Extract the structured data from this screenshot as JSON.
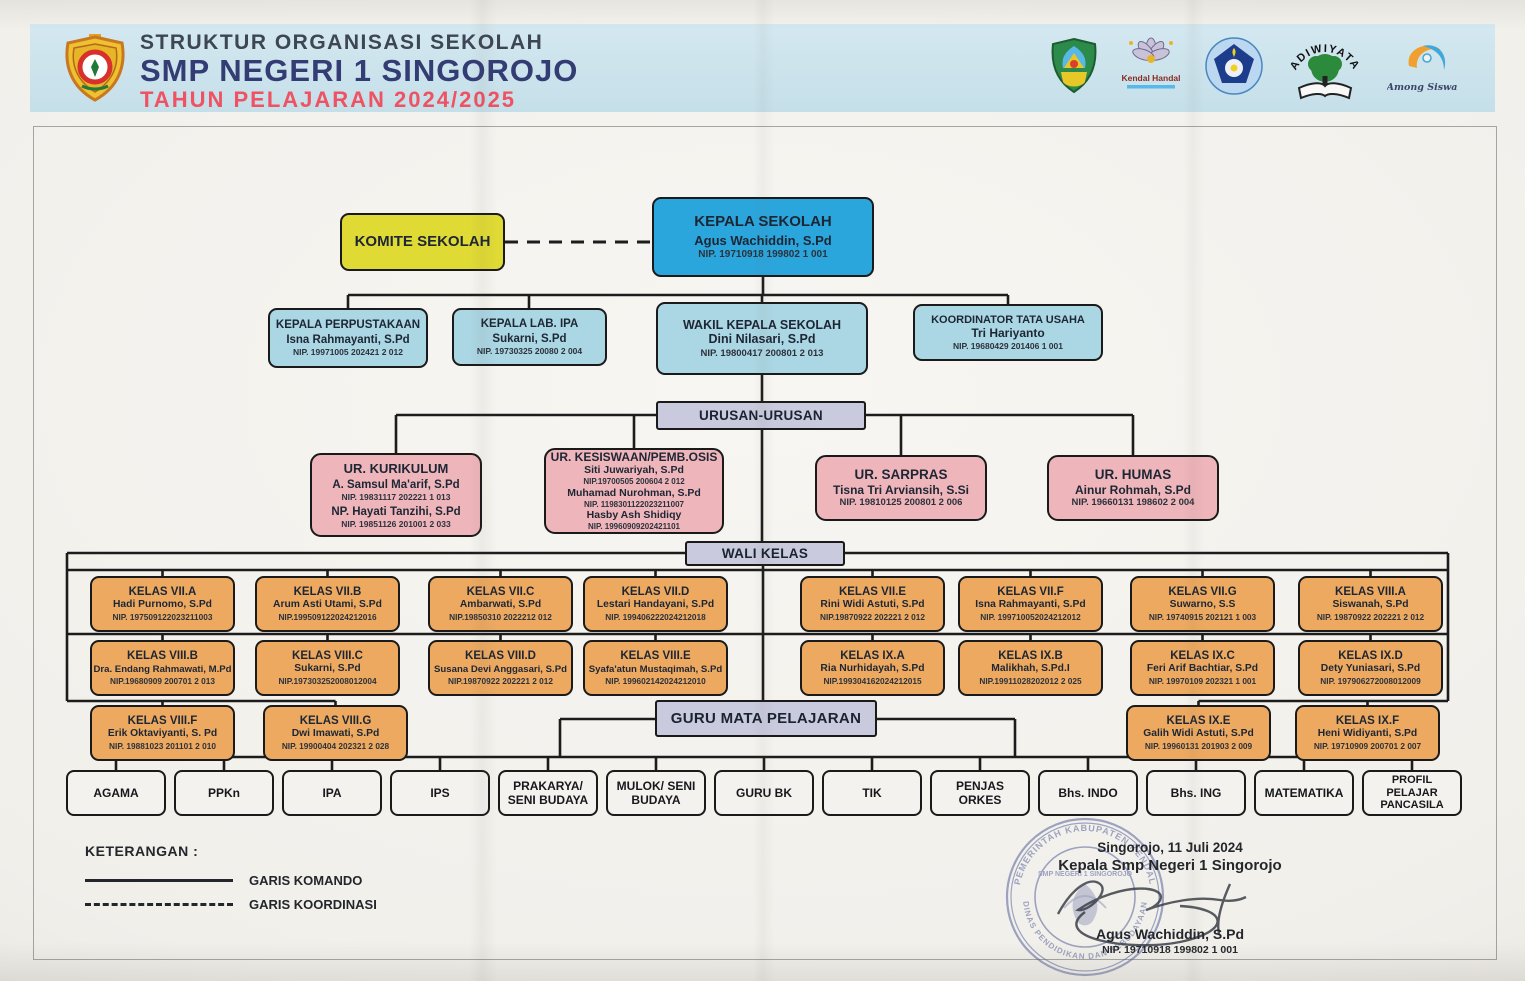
{
  "header": {
    "title_line1": "STRUKTUR ORGANISASI SEKOLAH",
    "title_line2": "SMP NEGERI 1 SINGOROJO",
    "title_line3": "TAHUN PELAJARAN 2024/2025",
    "logo_labels": {
      "kendal_handal": "Kendal Handal",
      "adiwiyata": "ADIWIYATA",
      "among_siswa": "Among Siswa"
    }
  },
  "org": {
    "komite": {
      "title": "KOMITE SEKOLAH"
    },
    "kepala": {
      "title": "KEPALA SEKOLAH",
      "name": "Agus Wachiddin, S.Pd",
      "nip": "NIP. 19710918 199802 1 001"
    },
    "perpustakaan": {
      "title": "KEPALA PERPUSTAKAAN",
      "name": "Isna Rahmayanti, S.Pd",
      "nip": "NIP. 19971005 202421 2 012"
    },
    "lab_ipa": {
      "title": "KEPALA  LAB.  IPA",
      "name": "Sukarni, S.Pd",
      "nip": "NIP. 19730325 20080 2 004"
    },
    "wakil": {
      "title": "WAKIL KEPALA SEKOLAH",
      "name": "Dini Nilasari, S.Pd",
      "nip": "NIP. 19800417 200801 2 013"
    },
    "tata_usaha": {
      "title": "KOORDINATOR TATA USAHA",
      "name": "Tri Hariyanto",
      "nip": "NIP. 19680429 201406 1 001"
    },
    "urusan": {
      "title": "URUSAN-URUSAN"
    },
    "kurikulum": {
      "title": "UR. KURIKULUM",
      "name1": "A. Samsul Ma'arif, S.Pd",
      "nip1": "NIP. 19831117 202221 1 013",
      "name2": "NP. Hayati Tanzihi, S.Pd",
      "nip2": "NIP. 19851126 201001 2 033"
    },
    "kesiswaan": {
      "title": "UR. KESISWAAN/PEMB.OSIS",
      "name1": "Siti Juwariyah, S.Pd",
      "nip1": "NIP.19700505 200604 2 012",
      "name2": "Muhamad Nurohman, S.Pd",
      "nip2": "NIP. 1198301122023211007",
      "name3": "Hasby Ash Shidiqy",
      "nip3": "NIP. 19960909202421101"
    },
    "sarpras": {
      "title": "UR.  SARPRAS",
      "name": "Tisna Tri Arviansih, S.Si",
      "nip": "NIP. 19810125 200801 2 006"
    },
    "humas": {
      "title": "UR. HUMAS",
      "name": "Ainur Rohmah, S.Pd",
      "nip": "NIP. 19660131 198602 2 004"
    }
  },
  "wali_kelas": {
    "title": "WALI KELAS",
    "items": [
      {
        "title": "KELAS VII.A",
        "name": "Hadi Purnomo, S.Pd",
        "nip": "NIP. 197509122023211003"
      },
      {
        "title": "KELAS VII.B",
        "name": "Arum Asti Utami, S.Pd",
        "nip": "NIP.199509122024212016"
      },
      {
        "title": "KELAS VII.C",
        "name": "Ambarwati, S.Pd",
        "nip": "NIP.19850310 2022212 012"
      },
      {
        "title": "KELAS VII.D",
        "name": "Lestari Handayani, S.Pd",
        "nip": "NIP. 199406222024212018"
      },
      {
        "title": "KELAS VII.E",
        "name": "Rini Widi Astuti, S.Pd",
        "nip": "NIP.19870922 202221 2 012"
      },
      {
        "title": "KELAS VII.F",
        "name": "Isna Rahmayanti, S.Pd",
        "nip": "NIP. 199710052024212012"
      },
      {
        "title": "KELAS VII.G",
        "name": "Suwarno,  S.S",
        "nip": "NIP. 19740915 202121 1 003"
      },
      {
        "title": "KELAS VIII.A",
        "name": "Siswanah, S.Pd",
        "nip": "NIP. 19870922 202221 2 012"
      },
      {
        "title": "KELAS VIII.B",
        "name": "Dra. Endang Rahmawati, M.Pd",
        "nip": "NIP.19680909 200701 2 013"
      },
      {
        "title": "KELAS VIII.C",
        "name": "Sukarni, S.Pd",
        "nip": "NIP.197303252008012004"
      },
      {
        "title": "KELAS VIII.D",
        "name": "Susana Devi Anggasari, S.Pd",
        "nip": "NIP.19870922 202221 2 012"
      },
      {
        "title": "KELAS VIII.E",
        "name": "Syafa'atun Mustaqimah, S.Pd",
        "nip": "NIP. 199602142024212010"
      },
      {
        "title": "KELAS IX.A",
        "name": "Ria Nurhidayah, S.Pd",
        "nip": "NIP.199304162024212015"
      },
      {
        "title": "KELAS IX.B",
        "name": "Malikhah, S.Pd.I",
        "nip": "NIP.19911028202012 2 025"
      },
      {
        "title": "KELAS IX.C",
        "name": "Feri Arif Bachtiar, S.Pd",
        "nip": "NIP. 19970109 202321 1 001"
      },
      {
        "title": "KELAS IX.D",
        "name": "Dety Yuniasari, S.Pd",
        "nip": "NIP. 197906272008012009"
      },
      {
        "title": "KELAS VIII.F",
        "name": "Erik Oktaviyanti, S. Pd",
        "nip": "NIP. 19881023 201101 2 010"
      },
      {
        "title": "KELAS VIII.G",
        "name": "Dwi Imawati, S.Pd",
        "nip": "NIP. 19900404 202321 2 028"
      },
      {
        "title": "KELAS IX.E",
        "name": "Galih Widi Astuti, S.Pd",
        "nip": "NIP. 19960131 201903 2 009"
      },
      {
        "title": "KELAS IX.F",
        "name": "Heni Widiyanti, S.Pd",
        "nip": "NIP. 19710909 200701 2 007"
      }
    ]
  },
  "guru_mapel": {
    "title": "GURU MATA PELAJARAN",
    "subjects": [
      "AGAMA",
      "PPKn",
      "IPA",
      "IPS",
      "PRAKARYA/ SENI BUDAYA",
      "MULOK/ SENI BUDAYA",
      "GURU BK",
      "TIK",
      "PENJAS ORKES",
      "Bhs. INDO",
      "Bhs. ING",
      "MATEMATIKA",
      "PROFIL PELAJAR PANCASILA"
    ]
  },
  "legend": {
    "heading": "KETERANGAN :",
    "solid_label": "GARIS KOMANDO",
    "dashed_label": "GARIS KOORDINASI"
  },
  "signature": {
    "place_date": "Singorojo, 11 Juli 2024",
    "role": "Kepala Smp Negeri 1 Singorojo",
    "name": "Agus Wachiddin, S.Pd",
    "nip": "NIP. 19710918 199802 1 001"
  },
  "stamp": {
    "line_top": "PEMERINTAH KABUPATEN KENDAL",
    "line_middle": "SMP NEGERI 1 SINGOROJO",
    "line_bottom": "DINAS PENDIDIKAN DAN KEBUDAYAAN"
  },
  "colors": {
    "header_band": "#c9e1ea",
    "title_navy": "#333d74",
    "title_red": "#ee5263",
    "komite_yellow": "#e0da35",
    "kepala_blue": "#2ba6dd",
    "row2_cyan": "#abd6e3",
    "urusan_pink": "#eeb5ba",
    "label_lavender": "#c9cadd",
    "wali_orange": "#eda960",
    "line_black": "#1c1c1c"
  }
}
